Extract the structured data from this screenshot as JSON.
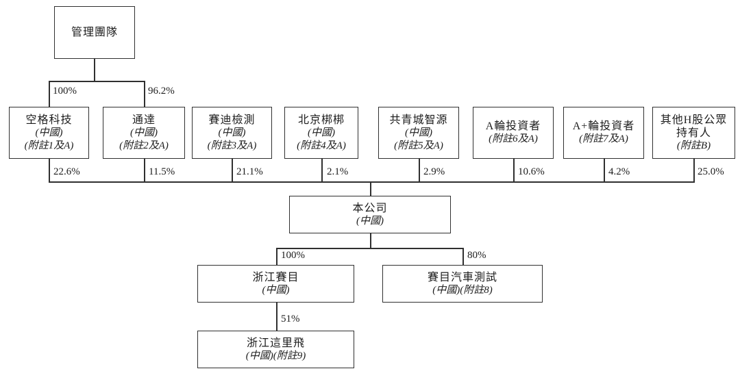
{
  "chart": {
    "nodes": {
      "management": {
        "name": "管理團隊"
      },
      "kongge": {
        "name": "空格科技",
        "sub1": "(中國)",
        "sub2": "(附註1及A)"
      },
      "tongda": {
        "name": "通達",
        "sub1": "(中國)",
        "sub2": "(附註2及A)"
      },
      "saidi": {
        "name": "賽迪檢測",
        "sub1": "(中國)",
        "sub2": "(附註3及A)"
      },
      "bangbang": {
        "name": "北京梆梆",
        "sub1": "(中國)",
        "sub2": "(附註4及A)"
      },
      "zhiyuan": {
        "name": "共青城智源",
        "sub1": "(中國)",
        "sub2": "(附註5及A)"
      },
      "series_a": {
        "name": "A輪投資者",
        "sub1": "(附註6及A)"
      },
      "series_a_plus": {
        "name": "A+輪投資者",
        "sub1": "(附註7及A)"
      },
      "h_share": {
        "name": "其他H股公眾",
        "name2": "持有人",
        "sub1": "(附註B)"
      },
      "company": {
        "name": "本公司",
        "sub1": "(中國)"
      },
      "zhejiang_saimu": {
        "name": "浙江賽目",
        "sub1": "(中國)"
      },
      "saimu_auto": {
        "name": "賽目汽車測試",
        "sub1": "(中國)(附註8)"
      },
      "zhelifei": {
        "name": "浙江這里飛",
        "sub1": "(中國)(附註9)"
      }
    },
    "ownership": {
      "management_to_kongge": "100%",
      "management_to_tongda": "96.2%",
      "kongge_to_company": "22.6%",
      "tongda_to_company": "11.5%",
      "saidi_to_company": "21.1%",
      "bangbang_to_company": "2.1%",
      "zhiyuan_to_company": "2.9%",
      "series_a_to_company": "10.6%",
      "series_a_plus_to_company": "4.2%",
      "h_share_to_company": "25.0%",
      "company_to_zhejiang_saimu": "100%",
      "company_to_saimu_auto": "80%",
      "zhejiang_saimu_to_zhelifei": "51%"
    },
    "colors": {
      "line": "#2f2f2f",
      "text": "#1c1c1c",
      "background": "#ffffff"
    }
  }
}
